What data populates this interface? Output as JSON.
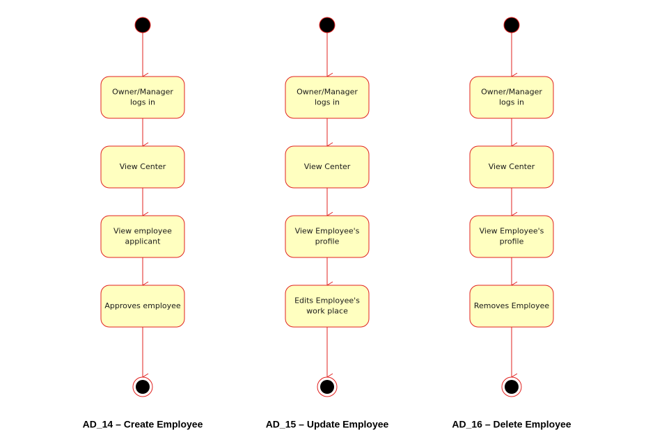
{
  "colors": {
    "stroke": "#e0201e",
    "action_fill": "#ffffc0",
    "node_fill": "#000000",
    "background": "#ffffff"
  },
  "diagrams": [
    {
      "caption": "AD_14  –  Create Employee",
      "actions": [
        [
          "Owner/Manager",
          "logs in"
        ],
        [
          "View Center"
        ],
        [
          "View employee",
          "applicant"
        ],
        [
          "Approves employee"
        ]
      ]
    },
    {
      "caption": "AD_15  –  Update Employee",
      "actions": [
        [
          "Owner/Manager",
          "logs in"
        ],
        [
          "View Center"
        ],
        [
          "View Employee's",
          "profile"
        ],
        [
          "Edits Employee's",
          "work place"
        ]
      ]
    },
    {
      "caption": "AD_16  –  Delete Employee",
      "actions": [
        [
          "Owner/Manager",
          "logs in"
        ],
        [
          "View Center"
        ],
        [
          "View Employee's",
          "profile"
        ],
        [
          "Removes Employee"
        ]
      ]
    }
  ]
}
